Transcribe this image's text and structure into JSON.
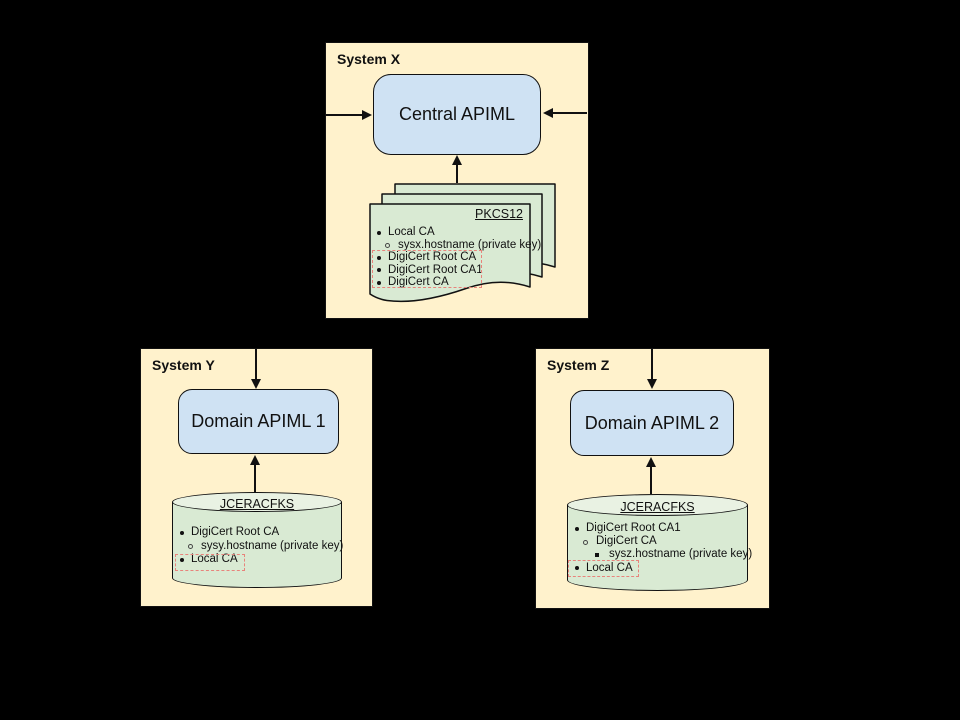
{
  "diagram": {
    "background": "#000000"
  },
  "colors": {
    "system_box_fill": "#fff2cc",
    "apiml_node_fill": "#cfe2f3",
    "keystore_fill": "#d9ead3",
    "keystore_top_fill": "#e9f2e3",
    "highlight_dashed": "#e8837b",
    "line": "#111111"
  },
  "systems": {
    "x": {
      "title": "System X",
      "node_label": "Central APIML",
      "keystore": {
        "title": "PKCS12",
        "shape": "document-stack",
        "items": [
          {
            "text": "Local CA",
            "level": 0,
            "highlighted": false
          },
          {
            "text": "sysx.hostname (private key)",
            "level": 1,
            "highlighted": false
          },
          {
            "text": "DigiCert Root CA",
            "level": 0,
            "highlighted": true
          },
          {
            "text": "DigiCert Root CA1",
            "level": 0,
            "highlighted": true
          },
          {
            "text": "DigiCert CA",
            "level": 0,
            "highlighted": true
          }
        ]
      }
    },
    "y": {
      "title": "System Y",
      "node_label": "Domain APIML 1",
      "keystore": {
        "title": "JCERACFKS",
        "shape": "cylinder",
        "items": [
          {
            "text": "DigiCert Root CA",
            "level": 0,
            "highlighted": false
          },
          {
            "text": "sysy.hostname (private key)",
            "level": 1,
            "highlighted": false
          },
          {
            "text": "Local CA",
            "level": 0,
            "highlighted": true
          }
        ]
      }
    },
    "z": {
      "title": "System Z",
      "node_label": "Domain APIML 2",
      "keystore": {
        "title": "JCERACFKS",
        "shape": "cylinder",
        "items": [
          {
            "text": "DigiCert Root CA1",
            "level": 0,
            "highlighted": false
          },
          {
            "text": "DigiCert CA",
            "level": 1,
            "highlighted": false
          },
          {
            "text": "sysz.hostname (private key)",
            "level": 2,
            "highlighted": false
          },
          {
            "text": "Local CA",
            "level": 0,
            "highlighted": true
          }
        ]
      }
    }
  }
}
